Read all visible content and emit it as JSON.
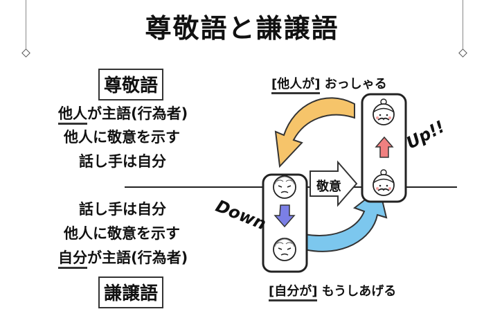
{
  "title": "尊敬語と謙譲語",
  "left": {
    "top_box": "尊敬語",
    "top_lines": [
      {
        "u": "他人",
        "rest": "が主語(行為者)"
      },
      {
        "text": "他人に敬意を示す"
      },
      {
        "text": "話し手は自分"
      }
    ],
    "bottom_lines": [
      {
        "text": "話し手は自分"
      },
      {
        "text": "他人に敬意を示す"
      },
      {
        "u": "自分",
        "rest": "が主語(行為者)"
      }
    ],
    "bottom_box": "謙譲語"
  },
  "diagram": {
    "top_bracket": "[他人が]",
    "top_verb": "おっしゃる",
    "bottom_bracket": "[自分が]",
    "bottom_verb": "もうしあげる",
    "respect_label": "敬意",
    "up_label": "Up!!",
    "down_label": "Down",
    "colors": {
      "orange": "#f6c46a",
      "blue": "#7cc7ee",
      "red_arrow": "#f08080",
      "blue_arrow": "#7b7fe6"
    }
  }
}
